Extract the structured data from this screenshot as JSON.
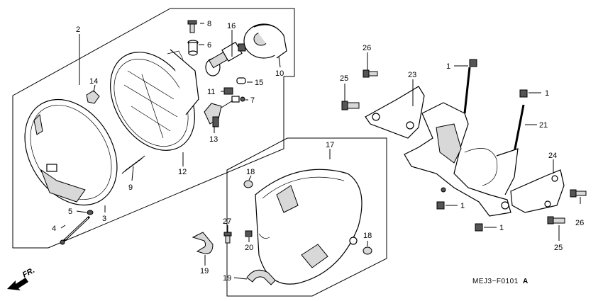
{
  "callouts": {
    "c1a": "1",
    "c1b": "1",
    "c1c": "1",
    "c1d": "1",
    "c2": "2",
    "c3": "3",
    "c4": "4",
    "c5": "5",
    "c6": "6",
    "c7": "7",
    "c8": "8",
    "c9": "9",
    "c10": "10",
    "c11": "11",
    "c12": "12",
    "c13": "13",
    "c14": "14",
    "c15": "15",
    "c16": "16",
    "c17": "17",
    "c18a": "18",
    "c18b": "18",
    "c19a": "19",
    "c19b": "19",
    "c20": "20",
    "c21": "21",
    "c23": "23",
    "c24": "24",
    "c25a": "25",
    "c25b": "25",
    "c26a": "26",
    "c26b": "26",
    "c27": "27"
  },
  "front_marker": "FR.",
  "diagram_code": "MEJ3−F0101",
  "diagram_code_suffix": "A",
  "colors": {
    "ink": "#000000",
    "paper": "#ffffff",
    "shade": "#d8d8d8"
  }
}
